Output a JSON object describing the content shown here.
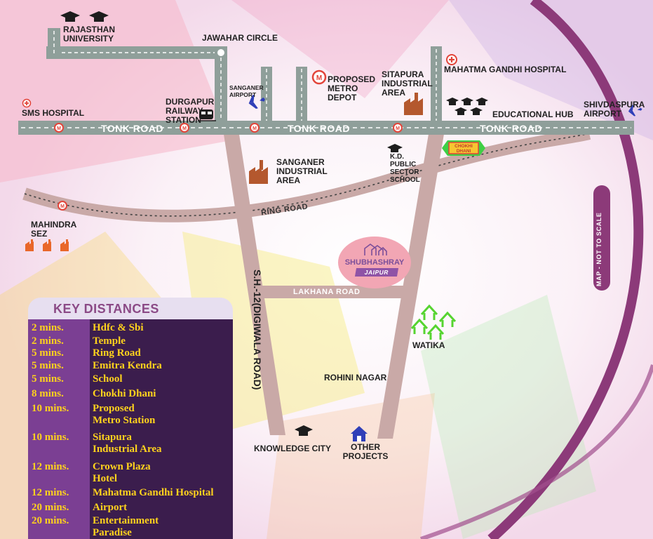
{
  "roads": {
    "tonk_road": "TONK ROAD",
    "ring_road": "RING ROAD",
    "lakhana_road": "LAKHANA ROAD",
    "sh12": "S.H.-12(DIGIWALA ROAD)"
  },
  "places": {
    "rajasthan_university": "RAJASTHAN UNIVERSITY",
    "jawahar_circle": "JAWAHAR CIRCLE",
    "proposed_metro_depot": "PROPOSED METRO DEPOT",
    "sitapura_industrial_area": "SITAPURA INDUSTRIAL AREA",
    "mahatma_gandhi_hospital": "MAHATMA GANDHI HOSPITAL",
    "durgapur_railway_station": "DURGAPUR RAILWAY STATION",
    "sanganer_airport": "SANGANER AIRPORT",
    "sms_hospital": "SMS HOSPITAL",
    "educational_hub": "EDUCATIONAL HUB",
    "shivdaspura_airport": "SHIVDASPURA AIRPORT",
    "sanganer_industrial_area": "SANGANER INDUSTRIAL AREA",
    "kd_public_school": "K.D. PUBLIC SECTOR SCHOOL",
    "chokhi_dhani": "CHOKHI DHANI",
    "mahindra_sez": "MAHINDRA SEZ",
    "watika": "WATIKA",
    "rohini_nagar": "ROHINI NAGAR",
    "knowledge_city": "KNOWLEDGE CITY",
    "other_projects": "OTHER PROJECTS"
  },
  "project": {
    "name": "SHUBHASHRAY",
    "city": "JAIPUR"
  },
  "scale_note": "MAP - NOT TO SCALE",
  "key_distances": {
    "title": "KEY DISTANCES",
    "rows": [
      {
        "time": "2 mins.",
        "place": "Hdfc & Sbi"
      },
      {
        "time": "2 mins.",
        "place": "Temple"
      },
      {
        "time": "5 mins.",
        "place": "Ring Road"
      },
      {
        "time": "5 mins.",
        "place": "Emitra  Kendra"
      },
      {
        "time": "5 mins.",
        "place": "School"
      },
      {
        "time": "8 mins.",
        "place": "Chokhi Dhani"
      },
      {
        "time": "10 mins.",
        "place": "Proposed\nMetro Station"
      },
      {
        "time": "10 mins.",
        "place": "Sitapura\nIndustrial Area"
      },
      {
        "time": "12 mins.",
        "place": "Crown Plaza\nHotel"
      },
      {
        "time": "12 mins.",
        "place": "Mahatma Gandhi Hospital"
      },
      {
        "time": "20 mins.",
        "place": "Airport"
      },
      {
        "time": "20 mins.",
        "place": "Entertainment\nParadise"
      }
    ]
  },
  "colors": {
    "road_grey": "#8f9f9a",
    "ring_road": "#c9a9a7",
    "key_panel_dark": "#3b1d4d",
    "key_panel_light": "#7b3f93",
    "key_text": "#ffd21d",
    "accent_purple": "#8c3a79"
  }
}
